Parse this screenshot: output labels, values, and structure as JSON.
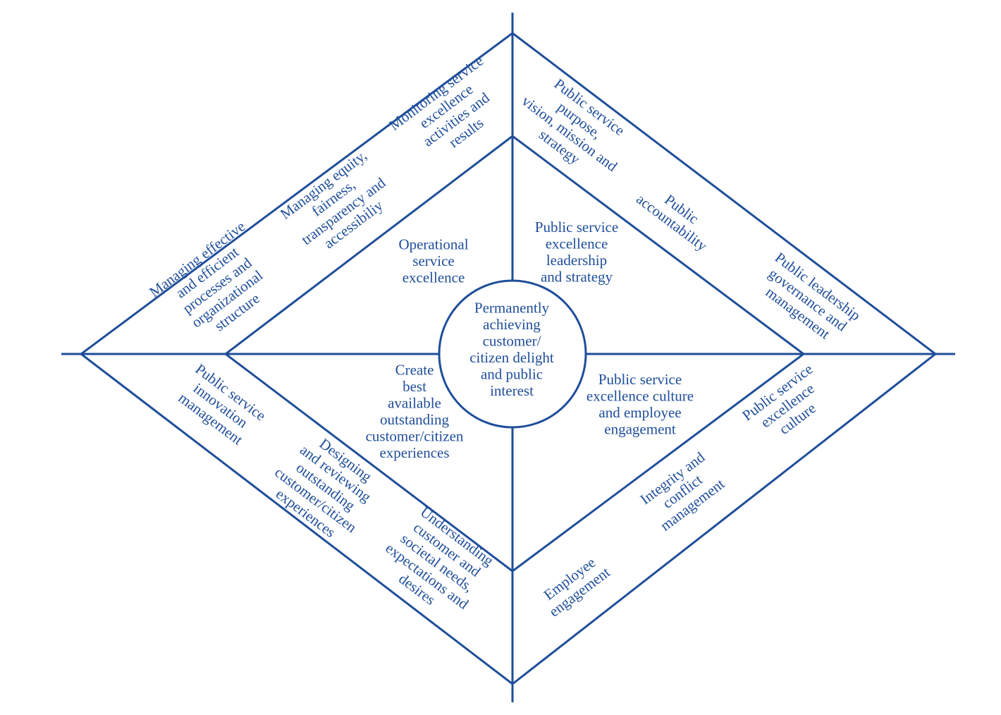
{
  "colors": {
    "line": "#1f4e9a",
    "text": "#1f4e9a",
    "background": "#ffffff"
  },
  "center": {
    "lines": [
      "Permanently",
      "achieving",
      "customer/",
      "citizen delight",
      "and public",
      "interest"
    ]
  },
  "quadrants": [
    {
      "title": [
        "Operational",
        "service",
        "excellence"
      ],
      "items": [
        [
          "Managing effective",
          "and efficient",
          "processes and",
          "organizational",
          "structure"
        ],
        [
          "Managing equity,",
          "fairness,",
          "transparency and",
          "accessibiliy"
        ],
        [
          "Monitoring service",
          "excellence",
          "activities and",
          "results"
        ]
      ]
    },
    {
      "title": [
        "Public service",
        "excellence",
        "leadership",
        "and strategy"
      ],
      "items": [
        [
          "Public service",
          "purpose,",
          "vision, mission and",
          "strategy"
        ],
        [
          "Public",
          "accountability"
        ],
        [
          "Public leadership",
          "governance and",
          "management"
        ]
      ]
    },
    {
      "title": [
        "Create",
        "best",
        "available",
        "outstanding",
        "customer/citizen",
        "experiences"
      ],
      "items": [
        [
          "Public service",
          "innovation",
          "management"
        ],
        [
          "Designing",
          "and reviewing",
          "outstanding",
          "customer/citizen",
          "experiences"
        ],
        [
          "Understanding",
          "customer and",
          "societal needs,",
          "expectations and",
          "desires"
        ]
      ]
    },
    {
      "title": [
        "Public service",
        "excellence culture",
        "and employee",
        "engagement"
      ],
      "items": [
        [
          "Public service",
          "excellence",
          "culture"
        ],
        [
          "Integrity and",
          "conflict",
          "management"
        ],
        [
          "Employee",
          "engagement"
        ]
      ]
    }
  ]
}
